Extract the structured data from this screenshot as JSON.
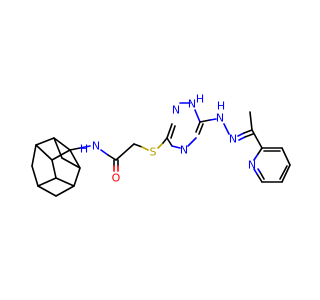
{
  "colors": {
    "carbon": "#000000",
    "nitrogen": "#0000ff",
    "oxygen": "#ff0000",
    "sulfur": "#b8a000",
    "background": "#ffffff"
  },
  "atom_labels": {
    "amide_nh": "N",
    "amide_h": "H",
    "carbonyl_o": "O",
    "thioether_s": "S",
    "triazole_n1": "N",
    "triazole_n2": "N",
    "triazole_n4": "N",
    "triazole_h": "H",
    "hydrazine_n1": "N",
    "hydrazine_h": "H",
    "hydrazone_n2": "N",
    "pyridine_n": "N"
  }
}
